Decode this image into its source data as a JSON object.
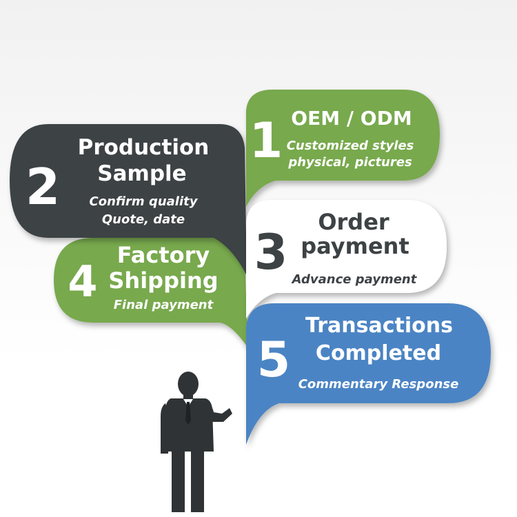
{
  "colors": {
    "green": "#78a94e",
    "dark": "#3d4245",
    "white": "#ffffff",
    "blue": "#4b84c4",
    "title_dark": "#3d4245",
    "text_light": "#ffffff"
  },
  "steps": [
    {
      "number": "1",
      "title_line1": "OEM / ODM",
      "sub_line1": "Customized styles",
      "sub_line2": "physical, pictures"
    },
    {
      "number": "2",
      "title_line1": "Production",
      "title_line2": "Sample",
      "sub_line1": "Confirm quality",
      "sub_line2": "Quote, date"
    },
    {
      "number": "3",
      "title_line1": "Order",
      "title_line2": "payment",
      "sub_line1": "Advance payment"
    },
    {
      "number": "4",
      "title_line1": "Factory",
      "title_line2": "Shipping",
      "sub_line1": "Final payment"
    },
    {
      "number": "5",
      "title_line1": "Transactions",
      "title_line2": "Completed",
      "sub_line1": "Commentary Response"
    }
  ],
  "figure": {
    "icon": "businessman-icon"
  }
}
